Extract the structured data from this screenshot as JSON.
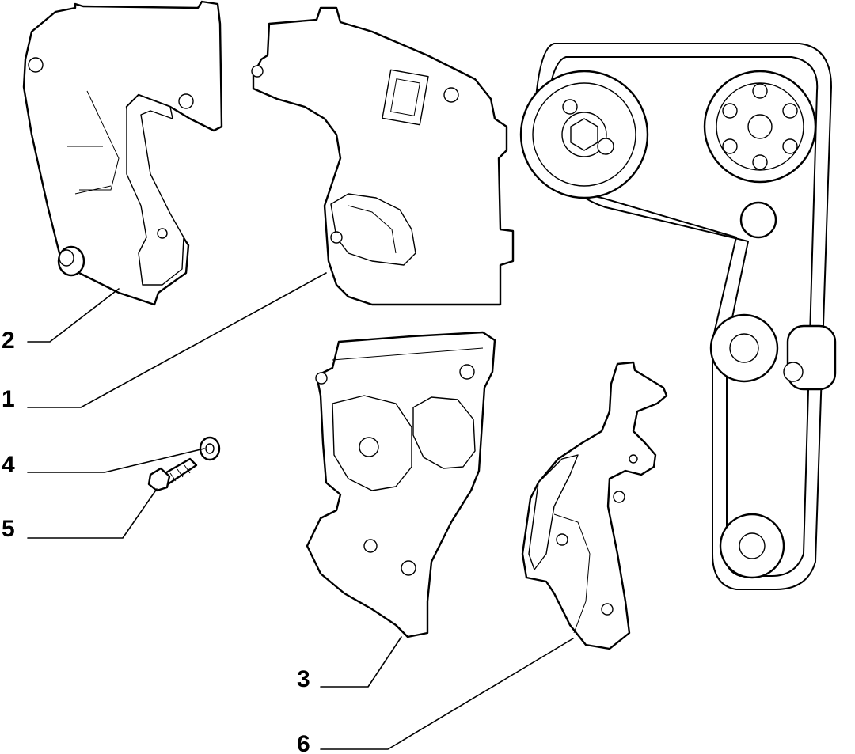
{
  "callouts": [
    {
      "id": "2",
      "label": "2"
    },
    {
      "id": "1",
      "label": "1"
    },
    {
      "id": "4",
      "label": "4"
    },
    {
      "id": "5",
      "label": "5"
    },
    {
      "id": "3",
      "label": "3"
    },
    {
      "id": "6",
      "label": "6"
    }
  ]
}
